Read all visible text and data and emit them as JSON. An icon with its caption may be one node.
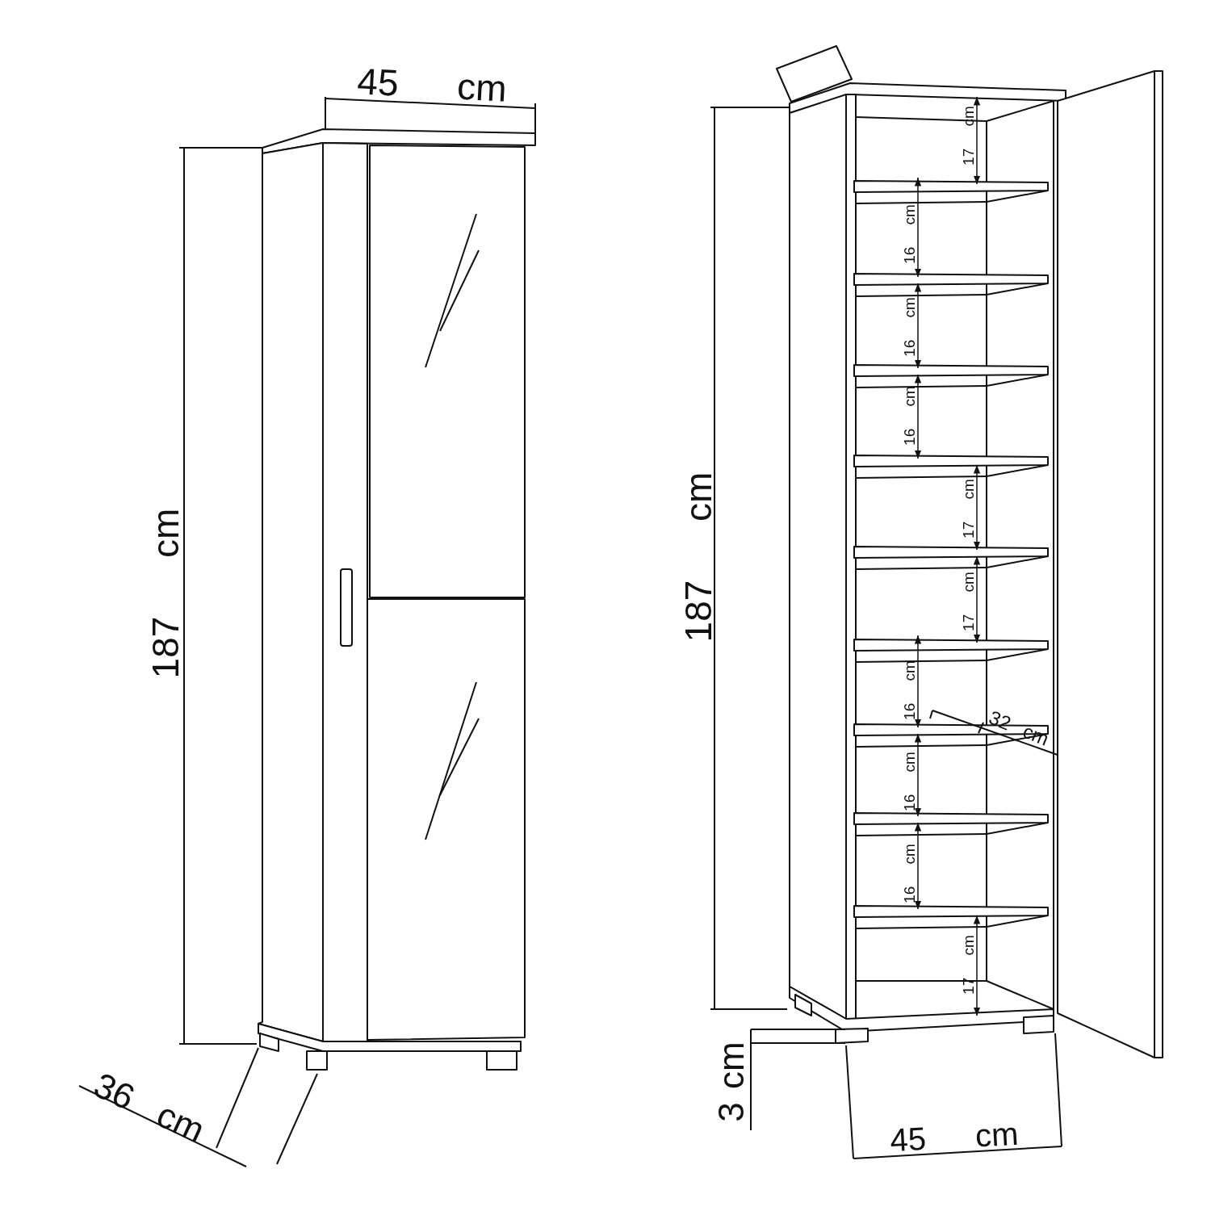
{
  "diagram": {
    "labels": [
      "45 cm",
      "187 cm",
      "36 cm",
      "187 cm",
      "17 cm",
      "16 cm",
      "16 cm",
      "16 cm",
      "17 cm",
      "17 cm",
      "16 cm",
      "16 cm",
      "16 cm",
      "17 cm",
      "32 cm",
      "3 cm",
      "45 cm"
    ]
  }
}
